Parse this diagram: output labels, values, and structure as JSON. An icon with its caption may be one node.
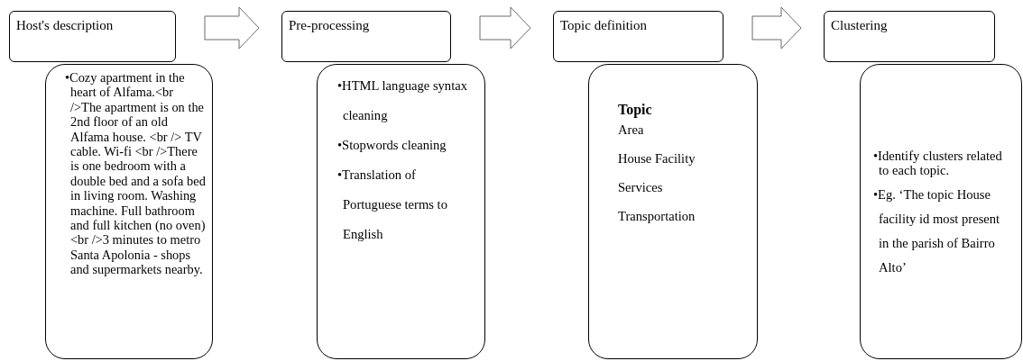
{
  "diagram": {
    "nodes": [
      {
        "text": [
          "Host's description"
        ]
      },
      {
        "text": [
          "•Cozy apartment in the heart of Alfama.<br />The apartment is on the 2nd floor  of an old Alfama house. <br /> TV cable.  Wi-fi <br />There is one bedroom with a double bed and a sofa bed in living room. Washing machine. Full bathroom and full kitchen (no oven)<br />3 minutes to metro Santa Apolonia - shops and supermarkets nearby."
        ]
      },
      {
        "text": [
          "Pre-processing"
        ]
      },
      {
        "text": [
          "•HTML language syntax cleaning",
          "•Stopwords cleaning",
          "•Translation of Portuguese terms to English"
        ]
      },
      {
        "text": [
          "Topic definition"
        ]
      },
      {
        "text": [
          "Topic",
          "Area",
          "House Facility",
          "Services",
          "Transportation"
        ]
      },
      {
        "text": [
          "Clustering"
        ]
      },
      {
        "text": [
          "•Identify clusters related to each topic.",
          "•Eg. ‘The topic House facility id most present in the parish of Bairro Alto’"
        ]
      }
    ],
    "edges": [
      {
        "from": 0,
        "to": 2,
        "arrow": "to"
      },
      {
        "from": 2,
        "to": 4,
        "arrow": "to"
      },
      {
        "from": 4,
        "to": 6,
        "arrow": "to"
      }
    ]
  }
}
